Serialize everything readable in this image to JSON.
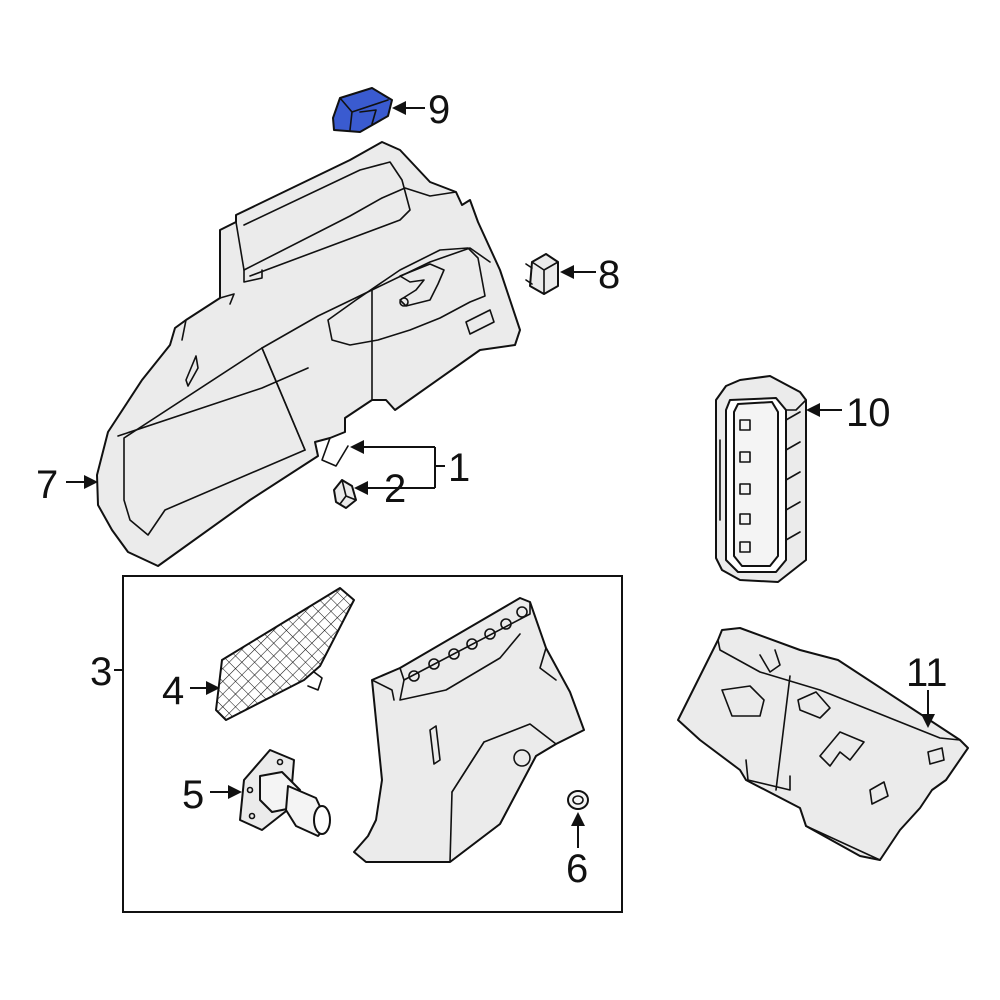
{
  "diagram": {
    "highlight_color": "#3a5bd0",
    "callouts": [
      {
        "id": "1",
        "label": "1"
      },
      {
        "id": "2",
        "label": "2"
      },
      {
        "id": "3",
        "label": "3"
      },
      {
        "id": "4",
        "label": "4"
      },
      {
        "id": "5",
        "label": "5"
      },
      {
        "id": "6",
        "label": "6"
      },
      {
        "id": "7",
        "label": "7"
      },
      {
        "id": "8",
        "label": "8"
      },
      {
        "id": "9",
        "label": "9"
      },
      {
        "id": "10",
        "label": "10"
      },
      {
        "id": "11",
        "label": "11"
      }
    ]
  }
}
